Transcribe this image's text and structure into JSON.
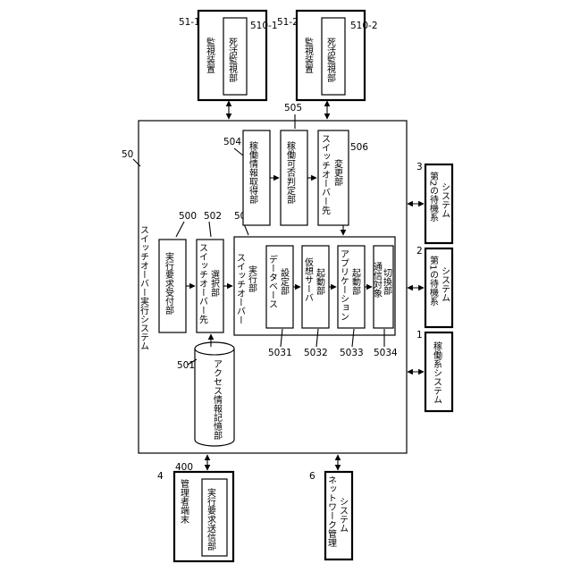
{
  "labels": {
    "sys_title": "スイッチオーバー実行システム",
    "sys_num": "50",
    "n500": "500",
    "b500": "実行要求受付部",
    "n502": "502",
    "b502a": "スイッチオーバー先",
    "b502b": "選択部",
    "n503": "503",
    "b503a": "スイッチオーバー",
    "b503b": "実行部",
    "b5031a": "データベース",
    "b5031b": "設定部",
    "b5032a": "仮想サーバ",
    "b5032b": "起動部",
    "b5033a": "アプリケーション",
    "b5033b": "起動部",
    "b5034a": "通信対象",
    "b5034b": "切換部",
    "n5031": "5031",
    "n5032": "5032",
    "n5033": "5033",
    "n5034": "5034",
    "n504": "504",
    "b504": "稼働情報取得部",
    "n505": "505",
    "b505": "稼働可否判定部",
    "n506": "506",
    "b506a": "スイッチオーバー先",
    "b506b": "変更部",
    "n501": "501",
    "b501": "アクセス情報記憶部",
    "n51_1": "51-1",
    "n510_1": "510-1",
    "m1_outer": "監視装置",
    "m1_inner": "死活監視部",
    "n51_2": "51-2",
    "n510_2": "510-2",
    "m2_outer": "監視装置",
    "m2_inner": "死活監視部",
    "n3": "3",
    "b3a": "第2の待機系",
    "b3b": "システム",
    "n2": "2",
    "b2a": "第1の待機系",
    "b2b": "システム",
    "n1": "1",
    "b1": "稼働系システム",
    "n4": "4",
    "n400": "400",
    "b4_outer": "管理者端末",
    "b4_inner": "実行要求送信部",
    "n6": "6",
    "b6a": "ネットワーク管理",
    "b6b": "システム"
  }
}
